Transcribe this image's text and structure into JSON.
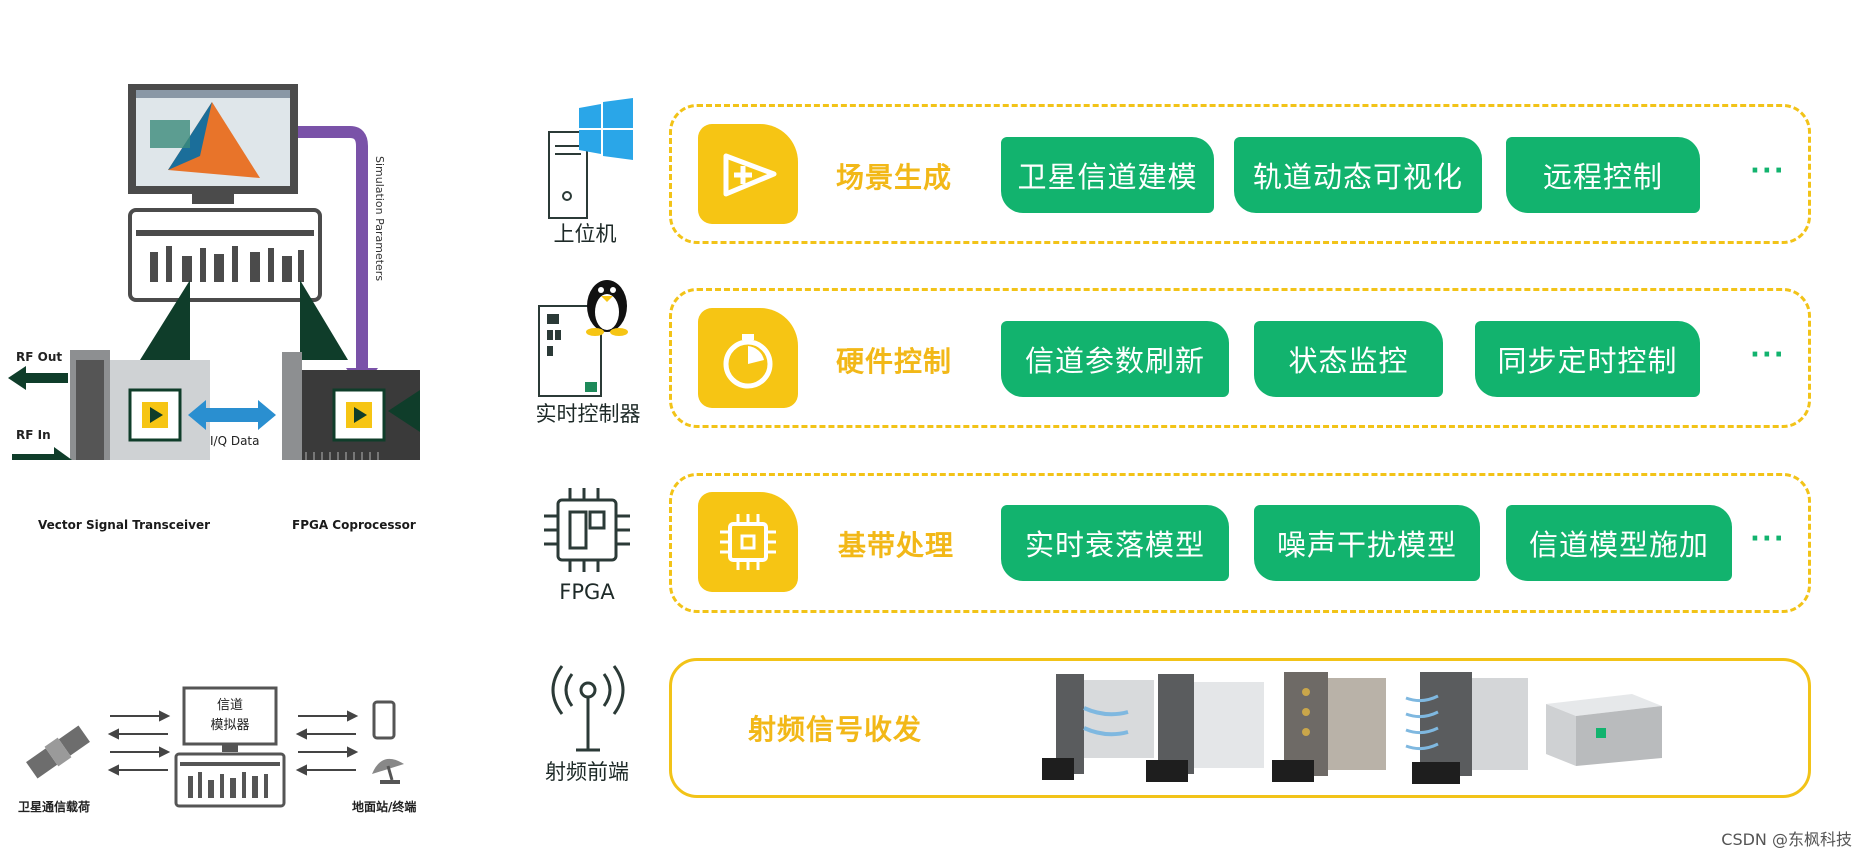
{
  "left": {
    "simulation_parameters": "Simulation Parameters",
    "rf_out": "RF Out",
    "rf_in": "RF In",
    "iq_data": "I/Q Data",
    "vst_caption": "Vector Signal Transceiver",
    "fpga_caption": "FPGA Coprocessor",
    "simulator_line1": "信道",
    "simulator_line2": "模拟器",
    "satellite_caption": "卫星通信载荷",
    "ground_caption": "地面站/终端"
  },
  "rows": [
    {
      "icon": "windows-server-icon",
      "label": "上位机",
      "category": "场景生成",
      "tile_icon": "play-plus-icon",
      "items": [
        "卫星信道建模",
        "轨道动态可视化",
        "远程控制"
      ],
      "more": "···"
    },
    {
      "icon": "linux-controller-icon",
      "label": "实时控制器",
      "category": "硬件控制",
      "tile_icon": "stopwatch-icon",
      "items": [
        "信道参数刷新",
        "状态监控",
        "同步定时控制"
      ],
      "more": "···"
    },
    {
      "icon": "fpga-chip-icon",
      "label": "FPGA",
      "category": "基带处理",
      "tile_icon": "chip-icon",
      "items": [
        "实时衰落模型",
        "噪声干扰模型",
        "信道模型施加"
      ],
      "more": "···"
    },
    {
      "icon": "antenna-icon",
      "label": "射频前端",
      "category": "射频信号收发",
      "items": []
    }
  ],
  "watermark": "CSDN @东枫科技",
  "colors": {
    "accent_yellow": "#f6c514",
    "accent_green": "#12b36e",
    "dark_green": "#0f3d2a",
    "blue_arrow": "#2a8fd0",
    "purple_arrow": "#7a52a8"
  }
}
